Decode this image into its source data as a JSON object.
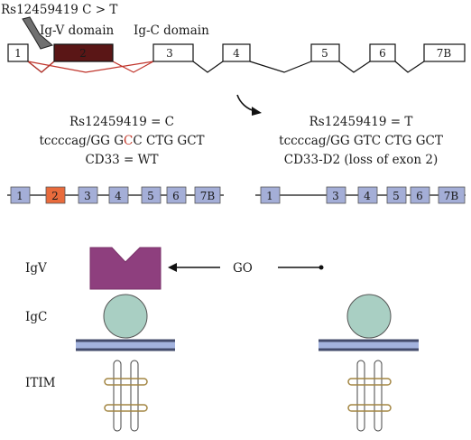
{
  "gene": {
    "snp_label": "Rs12459419 C > T",
    "domain_labels": {
      "igv": "Ig-V domain",
      "igc": "Ig-C domain"
    },
    "exons": [
      "1",
      "2",
      "3",
      "4",
      "5",
      "6",
      "7B"
    ]
  },
  "wt": {
    "line1": "Rs12459419 = C",
    "line2_pre": "tccccag/GG G",
    "line2_mut": "C",
    "line2_post": "C CTG GCT",
    "line3": "CD33 = WT",
    "exons": [
      "1",
      "2",
      "3",
      "4",
      "5",
      "6",
      "7B"
    ]
  },
  "d2": {
    "line1": "Rs12459419 = T",
    "line2": "tccccag/GG GTC CTG GCT",
    "line3": "CD33-D2 (loss of exon 2)",
    "exons": [
      "1",
      "3",
      "4",
      "5",
      "6",
      "7B"
    ]
  },
  "protein": {
    "igv": "IgV",
    "igc": "IgC",
    "itim": "ITIM",
    "go": "GO"
  },
  "colors": {
    "exon_box": "#a4aed7",
    "exon2_wt": "#e96b3c",
    "exon2_gene": "#5a1616",
    "splice_red": "#c0342b",
    "mutation_red": "#c23a2c",
    "igv_purple": "#8e3f7e",
    "igc_teal": "#a9cfc3",
    "membrane_outer": "#444c6c",
    "membrane_inner": "#a3b3de",
    "itim_ring": "#a38643"
  }
}
